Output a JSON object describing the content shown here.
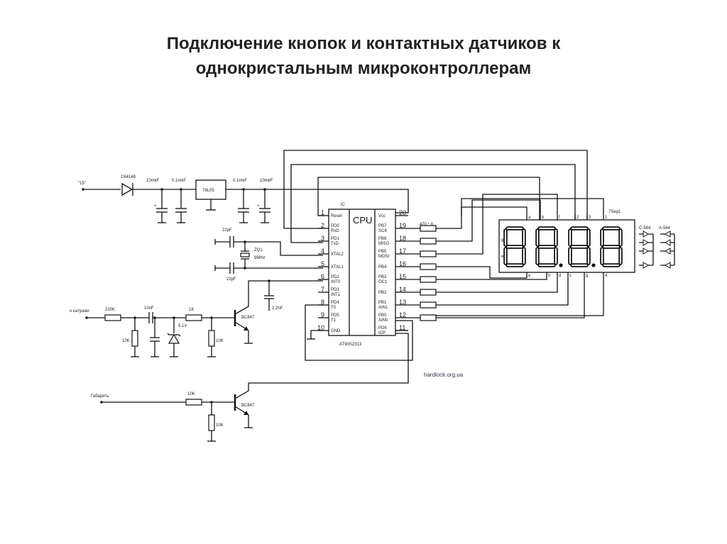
{
  "title": {
    "line1": "Подключение кнопок и контактных датчиков к",
    "line2": "однокристальным микроконтроллерам"
  },
  "labels": {
    "supply": "\"15\"",
    "diode": "1N4148",
    "cap_in": "10mkF",
    "cap_01a": "0.1mkF",
    "regulator": "78L05",
    "cap_01b": "0.1mkF",
    "cap_out": "10mkF",
    "cap_22a": "22pF",
    "cap_22b": "22pF",
    "crystal": "ZQ1",
    "crystal_freq": "8MHz",
    "cap_22nf": "2,2nF",
    "input1": "о катушки",
    "res_220k": "220K",
    "cap_10nf": "10nF",
    "res_1k": "1K",
    "res_10k_a": "10K",
    "zener": "5.1V",
    "res_10k_b": "10K",
    "transistor1": "BC847",
    "input2": "Габарить",
    "res_10k_c": "10K",
    "res_10k_d": "10K",
    "transistor2": "BC847",
    "ic_ref": "IC",
    "ic_name": "CPU",
    "ic_part": "AT90S2313",
    "resistor_array": "470 * 8",
    "display_ref": "7Seg1",
    "display_digits": "88.8.8.",
    "cathode_label": "C-564",
    "anode_label": "A-564",
    "watermark": "hardlock.org.ua"
  },
  "ic_left_pins": [
    {
      "num": "1",
      "name": "Reset",
      "alt": ""
    },
    {
      "num": "2",
      "name": "PD0",
      "alt": "RxD"
    },
    {
      "num": "3",
      "name": "PD1",
      "alt": "TxD"
    },
    {
      "num": "4",
      "name": "XTAL2",
      "alt": ""
    },
    {
      "num": "5",
      "name": "XTAL1",
      "alt": ""
    },
    {
      "num": "6",
      "name": "PD2",
      "alt": "INT0"
    },
    {
      "num": "7",
      "name": "PD3",
      "alt": "INT1"
    },
    {
      "num": "8",
      "name": "PD4",
      "alt": "T0"
    },
    {
      "num": "9",
      "name": "PD5",
      "alt": "T1"
    },
    {
      "num": "10",
      "name": "GND",
      "alt": ""
    }
  ],
  "ic_right_pins": [
    {
      "num": "20",
      "name": "Vcc",
      "alt": ""
    },
    {
      "num": "19",
      "name": "PB7",
      "alt": "SCK"
    },
    {
      "num": "18",
      "name": "PB6",
      "alt": "MISO"
    },
    {
      "num": "17",
      "name": "PB5",
      "alt": "MOSI"
    },
    {
      "num": "16",
      "name": "PB4",
      "alt": ""
    },
    {
      "num": "15",
      "name": "PB3",
      "alt": "OC1"
    },
    {
      "num": "14",
      "name": "PB2",
      "alt": ""
    },
    {
      "num": "13",
      "name": "PB1",
      "alt": "AIN1"
    },
    {
      "num": "12",
      "name": "PB0",
      "alt": "AIN0"
    },
    {
      "num": "11",
      "name": "PD6",
      "alt": "ICP"
    }
  ],
  "display_top_pins": [
    "a",
    "b",
    "f",
    "2",
    "3",
    "1"
  ],
  "display_bottom_pins": [
    "e",
    "h",
    "d",
    "c",
    "g",
    "4"
  ],
  "display_side_pins": [
    "g",
    "e"
  ]
}
